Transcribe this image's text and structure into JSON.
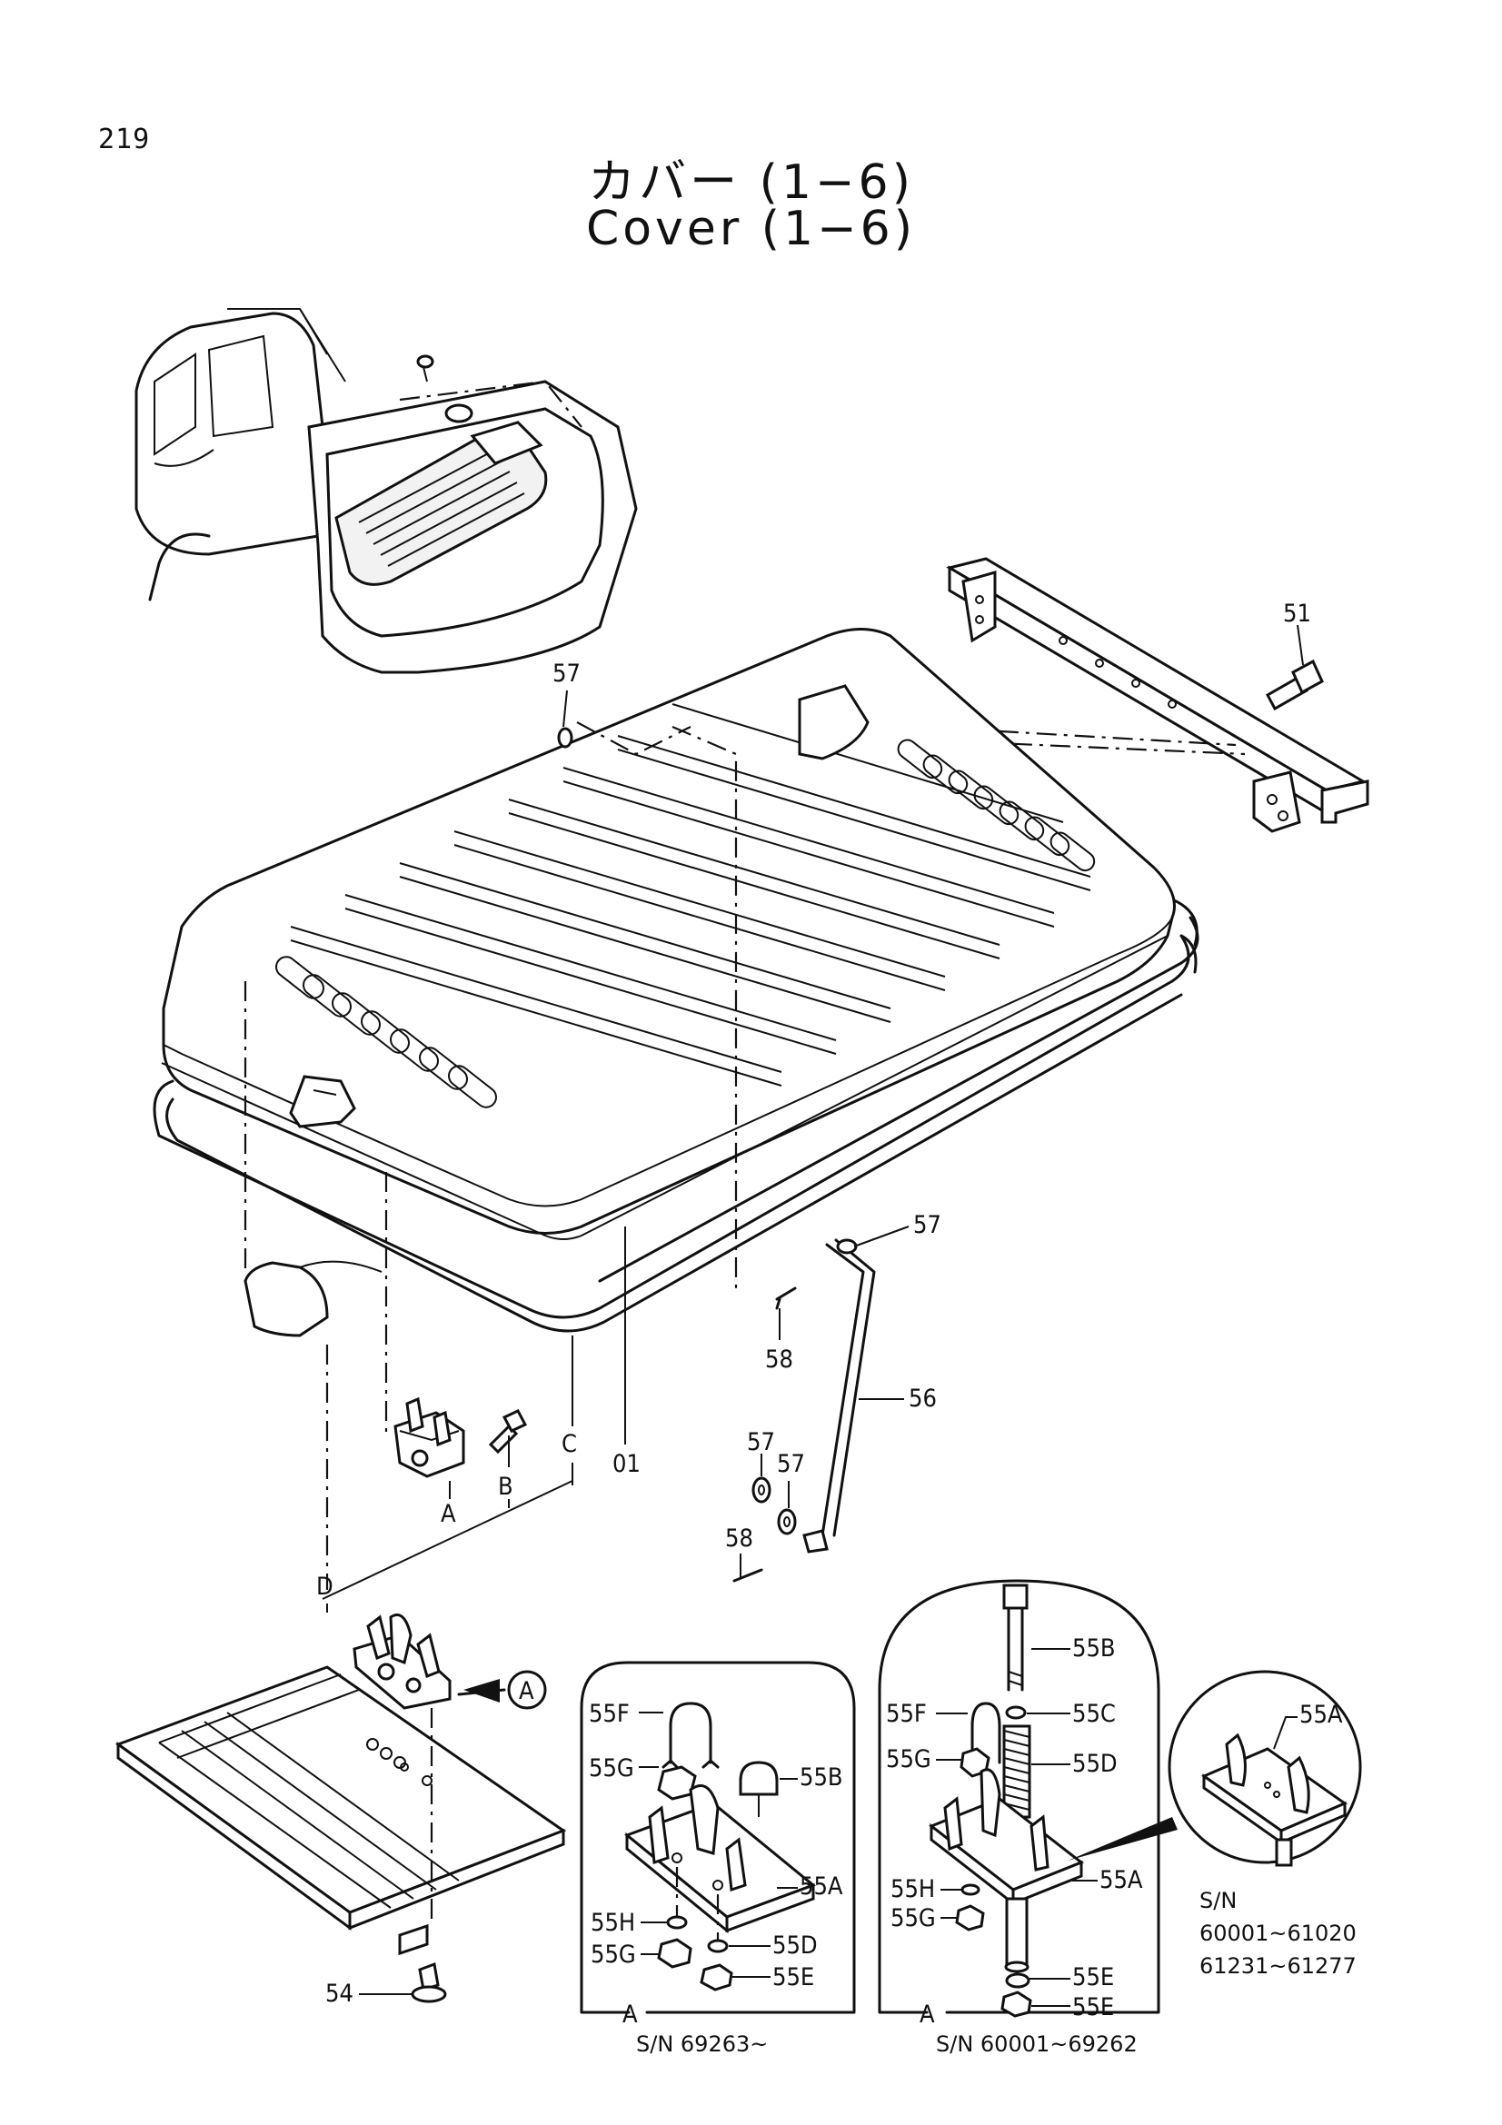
{
  "page": {
    "number": "219",
    "title_jp": "カバー (1−6)",
    "title_en": "Cover (1−6)"
  },
  "callouts": {
    "c51": "51",
    "c57_top": "57",
    "c57_right": "57",
    "c58_upper": "58",
    "c56": "56",
    "c57_lower_a": "57",
    "c57_lower_b": "57",
    "c58_lower": "58",
    "c01": "01",
    "cA": "A",
    "cB": "B",
    "cC": "C",
    "cD": "D",
    "c54": "54",
    "detail_marker": "A"
  },
  "detail_left": {
    "c55F": "55F",
    "c55G_top": "55G",
    "c55B": "55B",
    "c55A": "55A",
    "c55H": "55H",
    "c55G_bottom": "55G",
    "c55D": "55D",
    "c55E": "55E",
    "view_label": "A",
    "serial": "S/N 69263~"
  },
  "detail_right": {
    "c55B": "55B",
    "c55F": "55F",
    "c55C": "55C",
    "c55G_top": "55G",
    "c55D": "55D",
    "c55A": "55A",
    "c55H": "55H",
    "c55G_bottom": "55G",
    "c55E_top": "55E",
    "c55E_bottom": "55E",
    "view_label": "A",
    "serial": "S/N 60001~69262"
  },
  "detail_circle": {
    "c55A": "55A",
    "sn_label": "S/N",
    "sn_range_1": "60001~61020",
    "sn_range_2": "61231~61277"
  }
}
